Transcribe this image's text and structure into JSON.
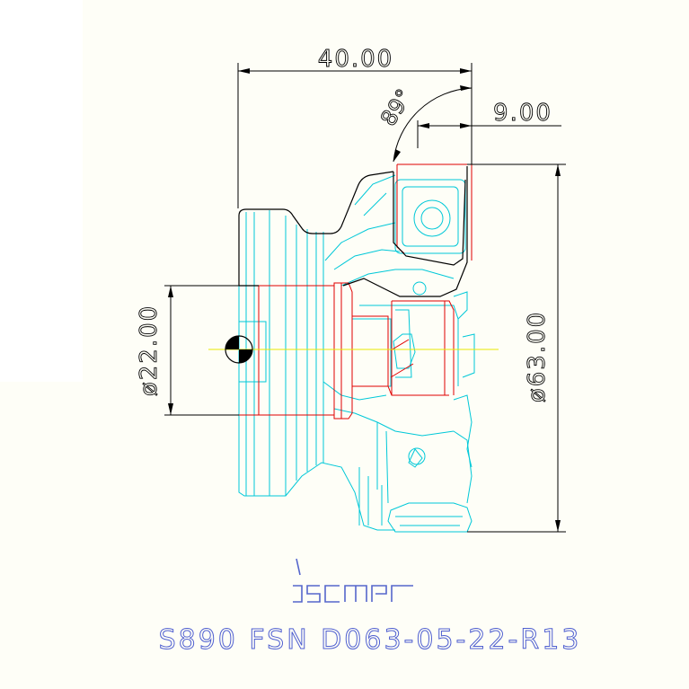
{
  "drawing": {
    "dimensions": {
      "overall_length": "40.00",
      "angle": "89°",
      "depth": "9.00",
      "bore": "ø22.00",
      "cutting_diameter": "ø63.00"
    },
    "logo_text": "iscar",
    "designation": "S890 FSN D063-05-22-R13"
  },
  "colors": {
    "sheet": "#fefef7",
    "dimension": "#000000",
    "outline": "#000000",
    "tool_lines": "#00c8d8",
    "section": "#e00000",
    "axis": "#e8e800",
    "logo": "#5566cc",
    "designation": "#4f5fd0"
  }
}
